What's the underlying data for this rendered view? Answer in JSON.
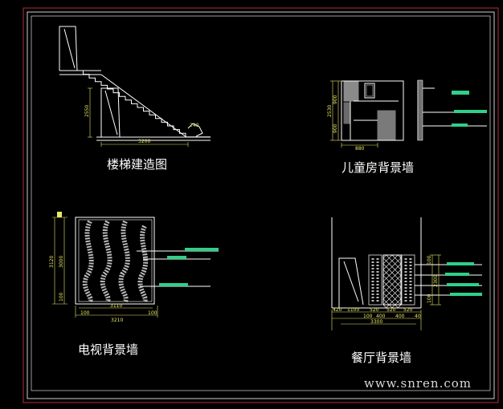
{
  "drawings": {
    "stair": {
      "title": "楼梯建造图",
      "dims": [
        "2550",
        "3200",
        "240"
      ]
    },
    "kids_room": {
      "title": "儿童房背景墙",
      "dims": [
        "2530",
        "900",
        "900",
        "880"
      ]
    },
    "tv_wall": {
      "title": "电视背景墙",
      "dims": [
        "3120",
        "3000",
        "100",
        "3110",
        "100",
        "3210",
        "100"
      ]
    },
    "dining": {
      "title": "餐厅背景墙",
      "dims": [
        "1100",
        "520",
        "520",
        "520",
        "420",
        "100",
        "400",
        "400",
        "40",
        "3300",
        "2300",
        "100",
        "100"
      ]
    }
  },
  "watermark": "www.snren.com",
  "colors": {
    "background": "#000000",
    "frame": "#ffffff",
    "frame_red": "#b0303a",
    "line": "#ffffff",
    "dimension": "#e8e86a",
    "accent_green": "#2fd08a",
    "wall_grey": "#b8b8b8"
  }
}
